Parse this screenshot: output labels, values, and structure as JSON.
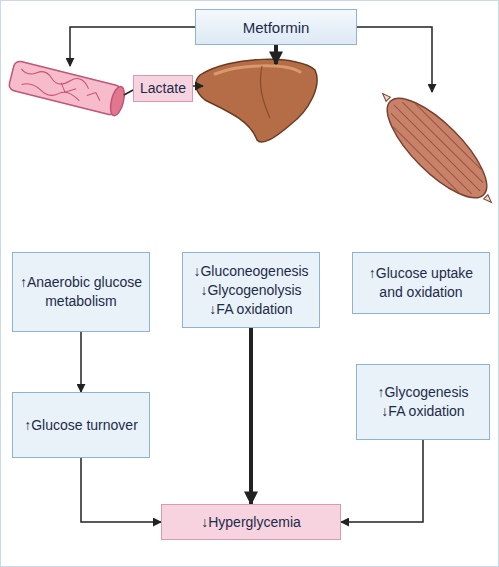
{
  "diagram": {
    "nodes": [
      {
        "text": [
          "Metformin"
        ]
      },
      {
        "text": [
          "Lactate"
        ]
      },
      {
        "text": [
          "↑Anaerobic glucose metabolism"
        ]
      },
      {
        "text": [
          "↓Gluconeogenesis",
          "↓Glycogenolysis",
          "↓FA oxidation"
        ]
      },
      {
        "text": [
          "↑Glucose uptake and oxidation"
        ]
      },
      {
        "text": [
          "↑Glucose turnover"
        ]
      },
      {
        "text": [
          "↑Glycogenesis",
          "↓FA oxidation"
        ]
      },
      {
        "text": [
          "↓Hyperglycemia"
        ]
      }
    ],
    "edges": [
      {
        "from": 2,
        "to": 5,
        "arrow": "to"
      },
      {
        "from": 5,
        "to": 7,
        "arrow": "to"
      },
      {
        "from": 3,
        "to": 7,
        "arrow": "to"
      },
      {
        "from": 6,
        "to": 7,
        "arrow": "to"
      }
    ]
  }
}
